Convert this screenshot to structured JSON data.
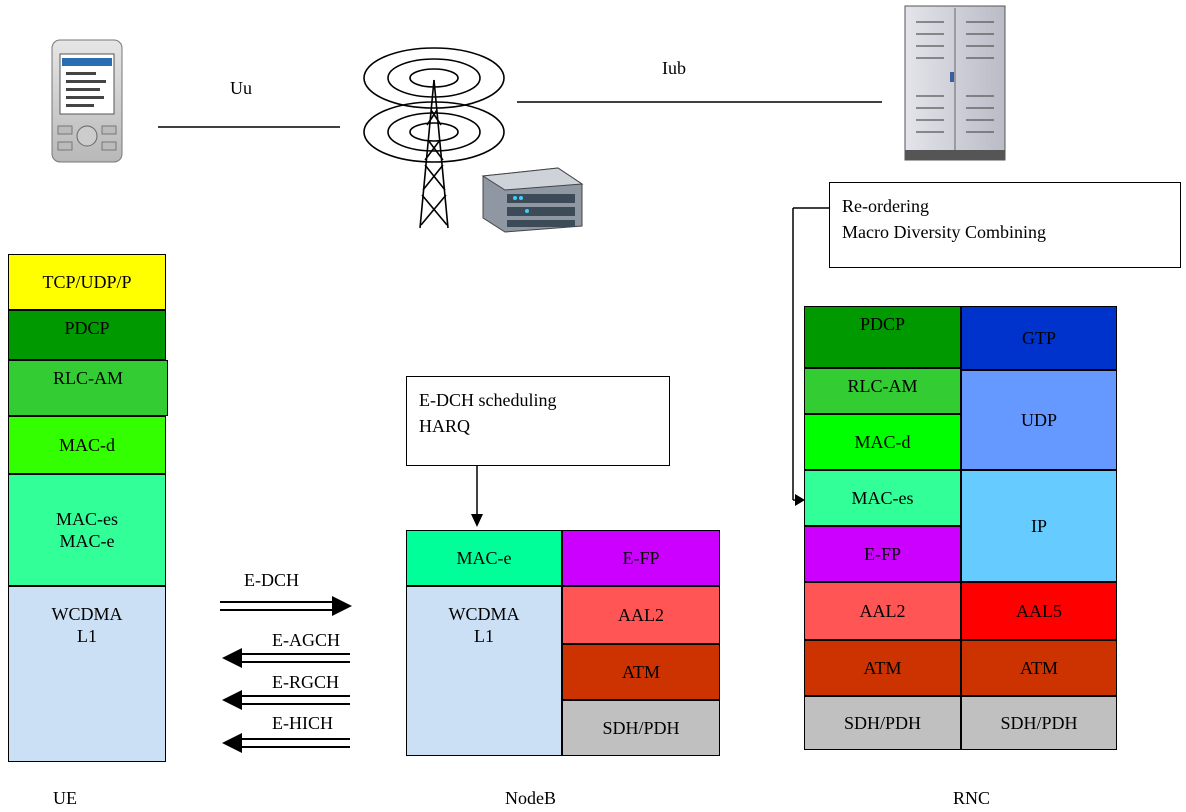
{
  "interfaces": {
    "uu": "Uu",
    "iub": "Iub"
  },
  "nodes": {
    "ue": "UE",
    "nodeb": "NodeB",
    "rnc": "RNC"
  },
  "notes": {
    "rnc": "Re-ordering\nMacro Diversity Combining",
    "nodeb": "E-DCH scheduling\nHARQ"
  },
  "ue_stack": [
    {
      "label": "TCP/UDP/P",
      "color": "#ffff00"
    },
    {
      "label": "PDCP",
      "color": "#009900"
    },
    {
      "label": "RLC-AM",
      "color": "#33cc33"
    },
    {
      "label": "MAC-d",
      "color": "#33ff00"
    },
    {
      "label": "MAC-es\nMAC-e",
      "color": "#33ff99"
    },
    {
      "label": "WCDMA\nL1",
      "color": "#cce0f5"
    }
  ],
  "nodeb_stack": {
    "mac_e": {
      "label": "MAC-e",
      "color": "#00ff99"
    },
    "l1": {
      "label": "WCDMA\nL1",
      "color": "#cce0f5"
    },
    "right": [
      {
        "label": "E-FP",
        "color": "#cc00ff"
      },
      {
        "label": "AAL2",
        "color": "#ff5555"
      },
      {
        "label": "ATM",
        "color": "#cc3300"
      },
      {
        "label": "SDH/PDH",
        "color": "#c0c0c0"
      }
    ]
  },
  "rnc_stack": {
    "left": [
      {
        "label": "PDCP",
        "color": "#009900"
      },
      {
        "label": "RLC-AM",
        "color": "#33cc33"
      },
      {
        "label": "MAC-d",
        "color": "#00ff00"
      },
      {
        "label": "MAC-es",
        "color": "#33ff99"
      },
      {
        "label": "E-FP",
        "color": "#cc00ff"
      },
      {
        "label": "AAL2",
        "color": "#ff5555"
      },
      {
        "label": "ATM",
        "color": "#cc3300"
      },
      {
        "label": "SDH/PDH",
        "color": "#c0c0c0"
      }
    ],
    "right": [
      {
        "label": "GTP",
        "color": "#0033cc"
      },
      {
        "label": "UDP",
        "color": "#6699ff"
      },
      {
        "label": "IP",
        "color": "#66ccff"
      },
      {
        "label": "AAL5",
        "color": "#ff0000"
      },
      {
        "label": "ATM",
        "color": "#cc3300"
      },
      {
        "label": "SDH/PDH",
        "color": "#c0c0c0"
      }
    ]
  },
  "channels": [
    "E-DCH",
    "E-AGCH",
    "E-RGCH",
    "E-HICH"
  ]
}
